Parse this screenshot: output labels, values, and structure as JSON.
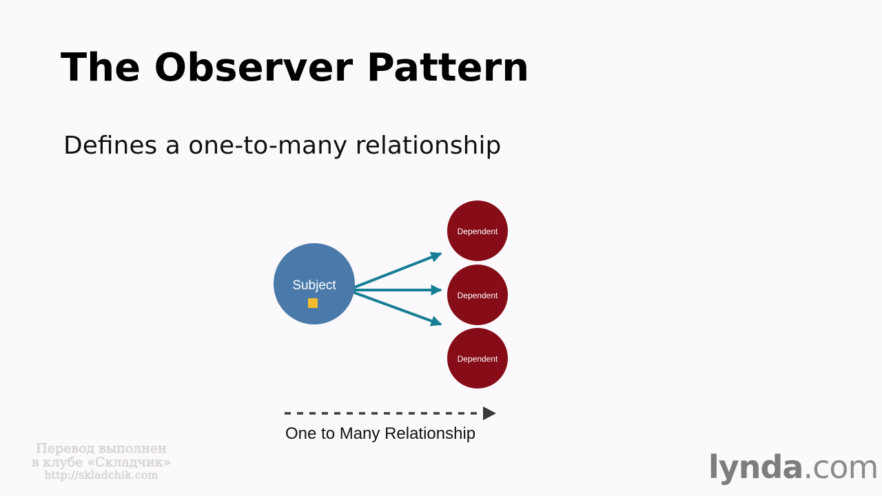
{
  "slide": {
    "title": "The Observer Pattern",
    "subtitle": "Defines a one-to-many relationship"
  },
  "diagram": {
    "subject": {
      "label": "Subject",
      "color": "#4a7aaa",
      "marker_color": "#f3bb2e"
    },
    "dependents": [
      {
        "label": "Dependent"
      },
      {
        "label": "Dependent"
      },
      {
        "label": "Dependent"
      }
    ],
    "dependent_color": "#860c18",
    "arrow_color": "#177f95",
    "caption": "One to Many Relationship",
    "caption_arrow_color": "#3a3a3a"
  },
  "watermark": {
    "line1": "Перевод выполнен",
    "line2": "в клубе «Складчик»",
    "url": "http://skladchik.com"
  },
  "brand": {
    "name": "lynda",
    "suffix": ".com",
    "color": "#8d8a8d"
  }
}
